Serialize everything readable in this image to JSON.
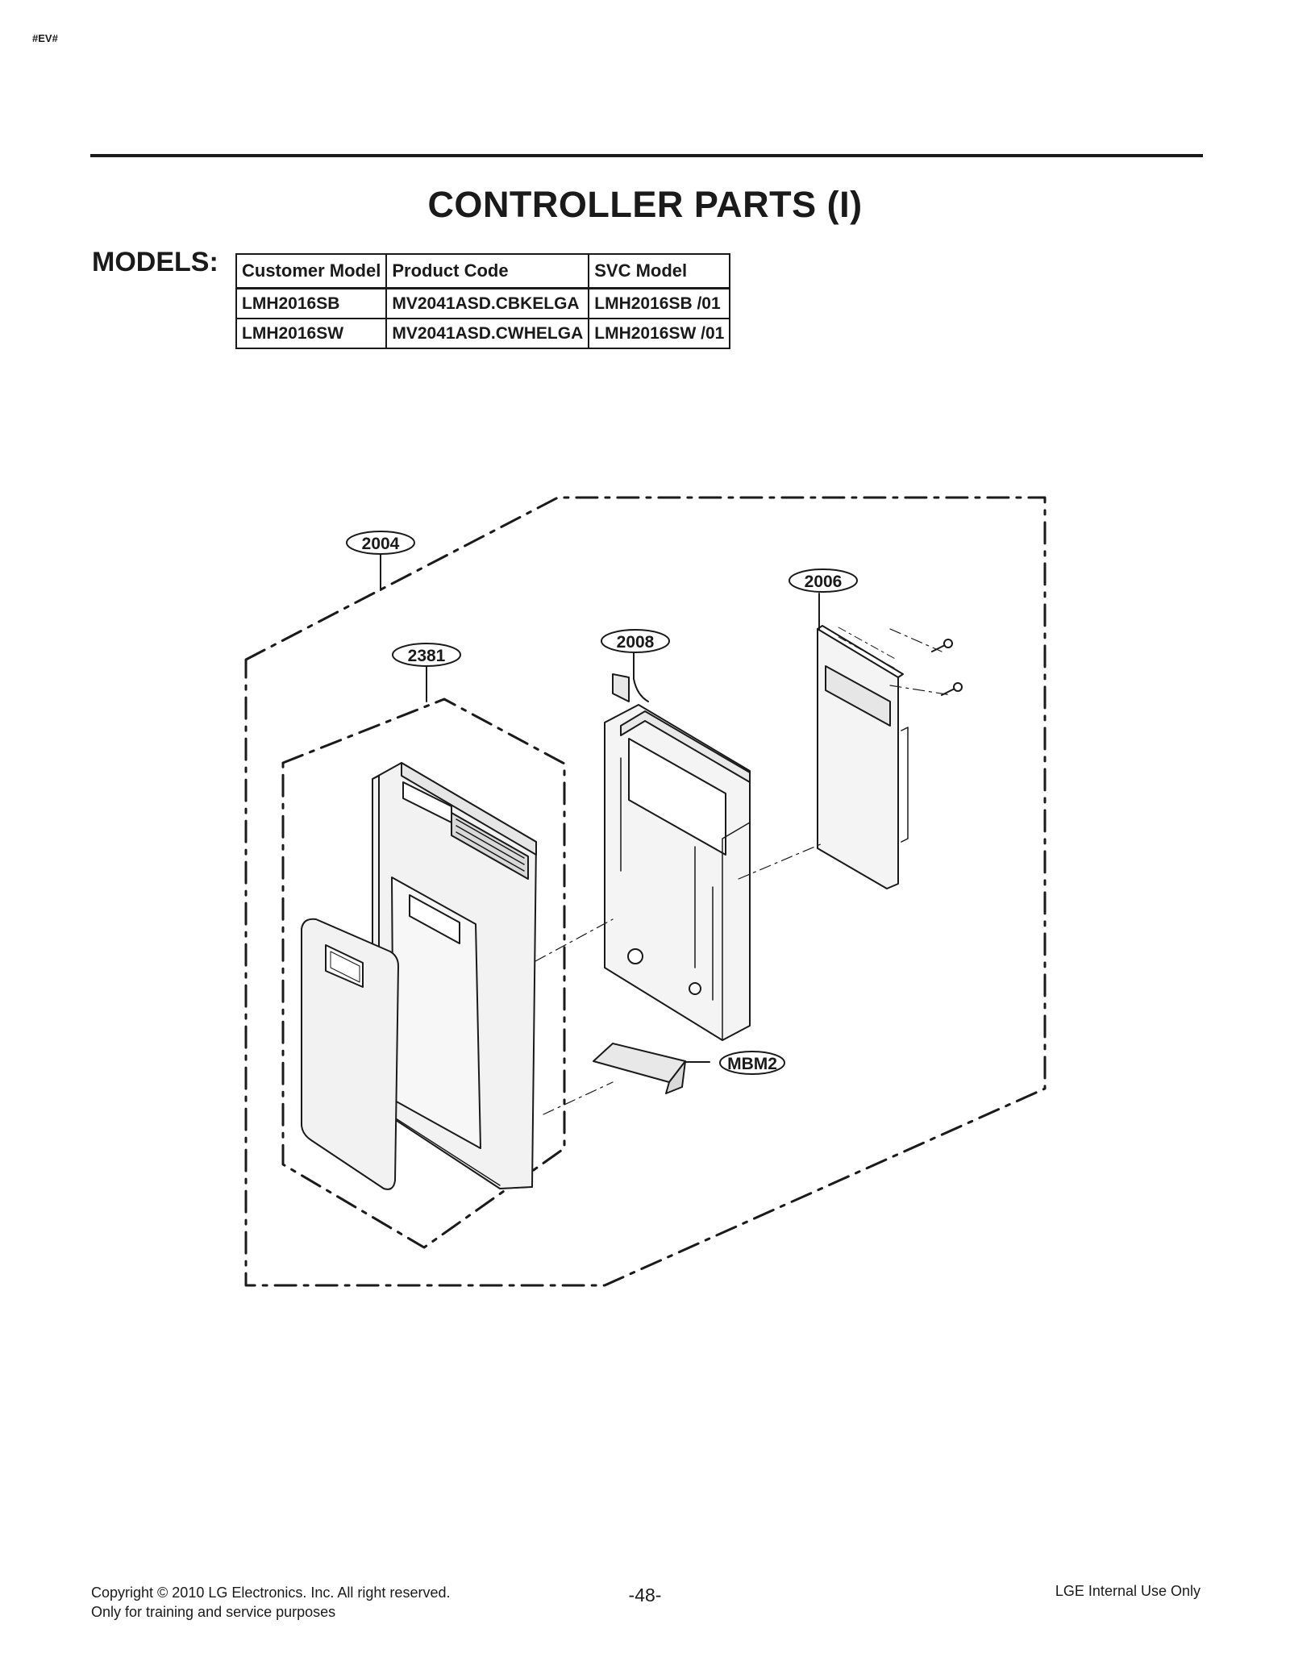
{
  "marker": "#EV#",
  "title": "CONTROLLER PARTS (I)",
  "models_label": "MODELS:",
  "models_table": {
    "headers": [
      "Customer Model",
      "Product Code",
      "SVC Model"
    ],
    "rows": [
      [
        "LMH2016SB",
        "MV2041ASD.CBKELGA",
        "LMH2016SB /01"
      ],
      [
        "LMH2016SW",
        "MV2041ASD.CWHELGA",
        "LMH2016SW /01"
      ]
    ]
  },
  "callouts": {
    "c2004": "2004",
    "c2006": "2006",
    "c2381": "2381",
    "c2008": "2008",
    "mbm2": "MBM2"
  },
  "footer": {
    "copyright": "Copyright © 2010 LG Electronics. Inc. All right reserved.",
    "purpose": "Only for training and service purposes",
    "page": "-48-",
    "internal": "LGE Internal Use Only"
  }
}
